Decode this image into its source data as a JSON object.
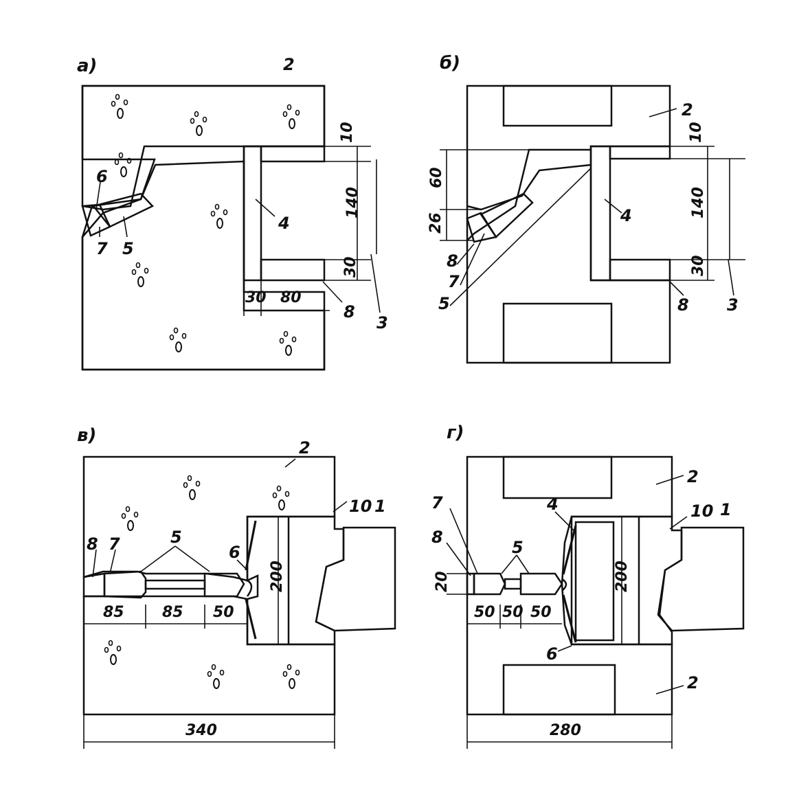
{
  "panels": [
    {
      "id": "a",
      "title": "а)",
      "labels": {
        "n2": "2",
        "n4": "4",
        "n5": "5",
        "n6": "6",
        "n7": "7",
        "n8": "8",
        "n3": "3"
      },
      "dims": {
        "d10": "10",
        "d140": "140",
        "d30v": "30",
        "d30h": "30",
        "d80": "80"
      }
    },
    {
      "id": "b",
      "title": "б)",
      "labels": {
        "n2": "2",
        "n4": "4",
        "n8a": "8",
        "n7": "7",
        "n5": "5",
        "n8b": "8",
        "n3": "3"
      },
      "dims": {
        "d10": "10",
        "d140": "140",
        "d30": "30",
        "d60": "60",
        "d26": "26"
      }
    },
    {
      "id": "c",
      "title": "в)",
      "labels": {
        "n2": "2",
        "n1": "1",
        "n10": "10",
        "n8": "8",
        "n7": "7",
        "n5": "5",
        "n6": "6"
      },
      "dims": {
        "d85a": "85",
        "d85b": "85",
        "d50": "50",
        "d200": "200",
        "d340": "340"
      }
    },
    {
      "id": "d",
      "title": "г)",
      "labels": {
        "n2a": "2",
        "n1": "1",
        "n10": "10",
        "n4": "4",
        "n7": "7",
        "n8": "8",
        "n5": "5",
        "n6": "6",
        "n2b": "2"
      },
      "dims": {
        "d20": "20",
        "d50a": "50",
        "d50b": "50",
        "d50c": "50",
        "d200": "200",
        "d280": "280"
      }
    }
  ]
}
